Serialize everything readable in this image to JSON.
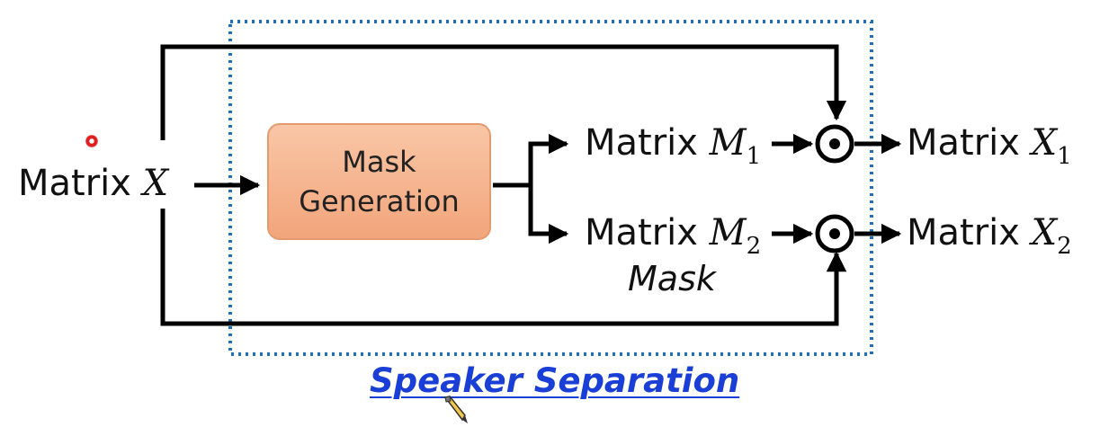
{
  "input": {
    "word": "Matrix",
    "symbol": "X"
  },
  "block": {
    "line1": "Mask",
    "line2": "Generation"
  },
  "outputs": [
    {
      "word": "Matrix",
      "symbol": "M",
      "subscript": "1"
    },
    {
      "word": "Matrix",
      "symbol": "M",
      "subscript": "2"
    }
  ],
  "results": [
    {
      "word": "Matrix",
      "symbol": "X",
      "subscript": "1"
    },
    {
      "word": "Matrix",
      "symbol": "X",
      "subscript": "2"
    }
  ],
  "mask_label": "Mask",
  "caption": "Speaker Separation",
  "operator_icon": "element-wise-product-icon",
  "colors": {
    "block_fill": "#f4ad85",
    "block_border": "#e59a6d",
    "frame": "#1f6fbf",
    "caption": "#1a3fd6",
    "line": "#000000",
    "pointer": "#e02020"
  }
}
